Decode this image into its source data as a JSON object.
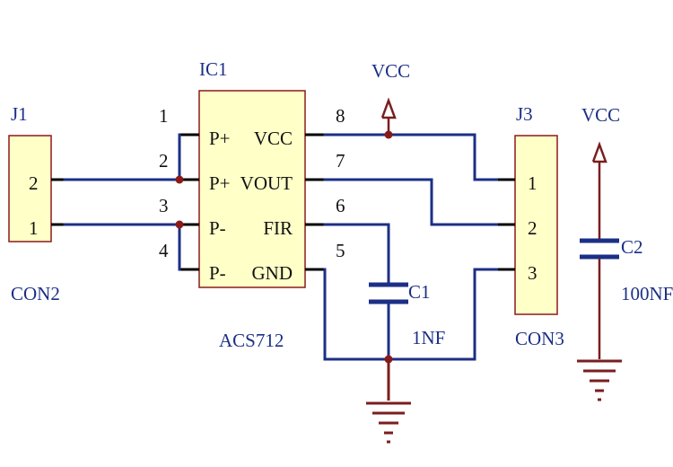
{
  "colors": {
    "wire": "#1c2f86",
    "label": "#1c2f86",
    "body_fill": "#ffffc8",
    "body_stroke": "#8b1a1a",
    "symbol": "#7a1e1e",
    "junction": "#8b1a1a",
    "pin_number": "#111111"
  },
  "connector_j1": {
    "ref": "J1",
    "type": "CON2",
    "pins": [
      "2",
      "1"
    ]
  },
  "ic1": {
    "ref": "IC1",
    "part": "ACS712",
    "left_pins": [
      {
        "num": "1",
        "name": "P+"
      },
      {
        "num": "2",
        "name": "P+"
      },
      {
        "num": "3",
        "name": "P-"
      },
      {
        "num": "4",
        "name": "P-"
      }
    ],
    "right_pins": [
      {
        "num": "8",
        "name": "VCC"
      },
      {
        "num": "7",
        "name": "VOUT"
      },
      {
        "num": "6",
        "name": "FIR"
      },
      {
        "num": "5",
        "name": "GND"
      }
    ]
  },
  "connector_j3": {
    "ref": "J3",
    "type": "CON3",
    "pins": [
      "1",
      "2",
      "3"
    ]
  },
  "c1": {
    "ref": "C1",
    "value": "1NF"
  },
  "c2": {
    "ref": "C2",
    "value": "100NF"
  },
  "power_labels": [
    "VCC",
    "VCC"
  ]
}
